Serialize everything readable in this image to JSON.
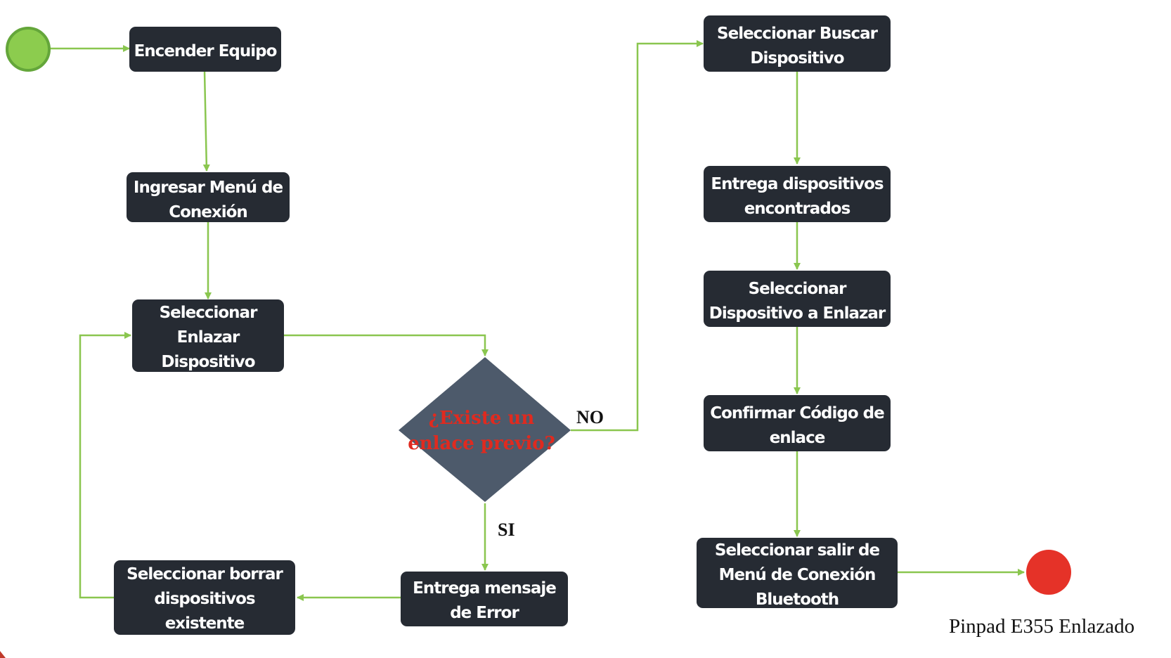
{
  "colors": {
    "node_fill": "#262b33",
    "node_text": "#ffffff",
    "decision_fill": "#4d5a6b",
    "decision_text": "#e02a1f",
    "edge": "#8ac64f",
    "start": "#8ccc4e",
    "end": "#e53228"
  },
  "start": {
    "label": ""
  },
  "nodes": {
    "encender": {
      "lines": [
        "Encender Equipo"
      ]
    },
    "ingresar": {
      "lines": [
        "Ingresar Menú de",
        "Conexión"
      ]
    },
    "seleccionar_enlazar": {
      "lines": [
        "Seleccionar",
        "Enlazar",
        "Dispositivo"
      ]
    },
    "borrar": {
      "lines": [
        "Seleccionar borrar",
        "dispositivos",
        "existente"
      ]
    },
    "error": {
      "lines": [
        "Entrega mensaje",
        "de Error"
      ]
    },
    "buscar": {
      "lines": [
        "Seleccionar Buscar",
        "Dispositivo"
      ]
    },
    "encontrados": {
      "lines": [
        "Entrega dispositivos",
        "encontrados"
      ]
    },
    "seleccionar_dispositivo": {
      "lines": [
        "Seleccionar",
        "Dispositivo a Enlazar"
      ]
    },
    "confirmar": {
      "lines": [
        "Confirmar Código de",
        "enlace"
      ]
    },
    "salir": {
      "lines": [
        "Seleccionar salir de",
        "Menú de Conexión",
        "Bluetooth"
      ]
    }
  },
  "decision": {
    "lines": [
      "¿Existe un",
      "enlace previo?"
    ]
  },
  "edge_labels": {
    "no": "NO",
    "si": "SI"
  },
  "end": {
    "label": "Pinpad E355 Enlazado"
  }
}
